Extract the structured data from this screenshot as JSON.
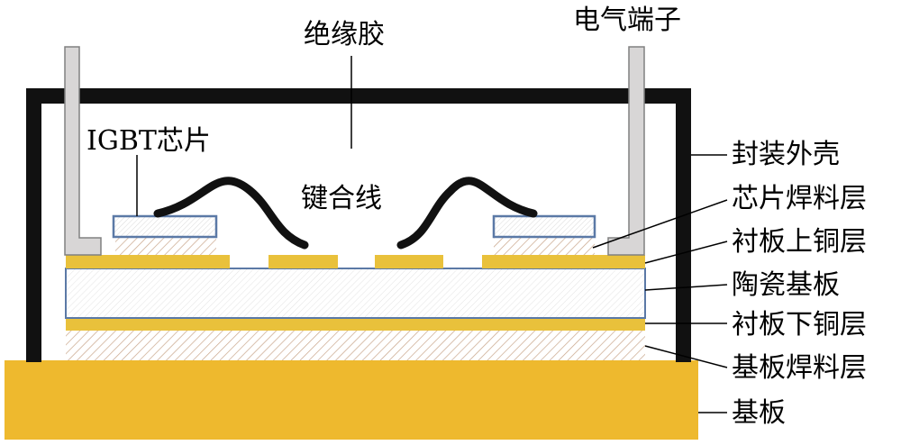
{
  "labels": {
    "insulating_gel": "绝缘胶",
    "electrical_terminal": "电气端子",
    "igbt_chip": "IGBT芯片",
    "bond_wire": "键合线",
    "package_shell": "封装外壳",
    "chip_solder_layer": "芯片焊料层",
    "upper_copper_layer": "衬板上铜层",
    "ceramic_substrate": "陶瓷基板",
    "lower_copper_layer": "衬板下铜层",
    "baseplate_solder_layer": "基板焊料层",
    "baseplate": "基板"
  },
  "colors": {
    "copper": "#E9C13B",
    "baseplate": "#EEB92E",
    "chip_outline": "#5B79A6",
    "terminal_fill": "#D8D6D6",
    "terminal_outline": "#808080",
    "shell": "#111111",
    "solder_hatch": "#C9A58A"
  }
}
